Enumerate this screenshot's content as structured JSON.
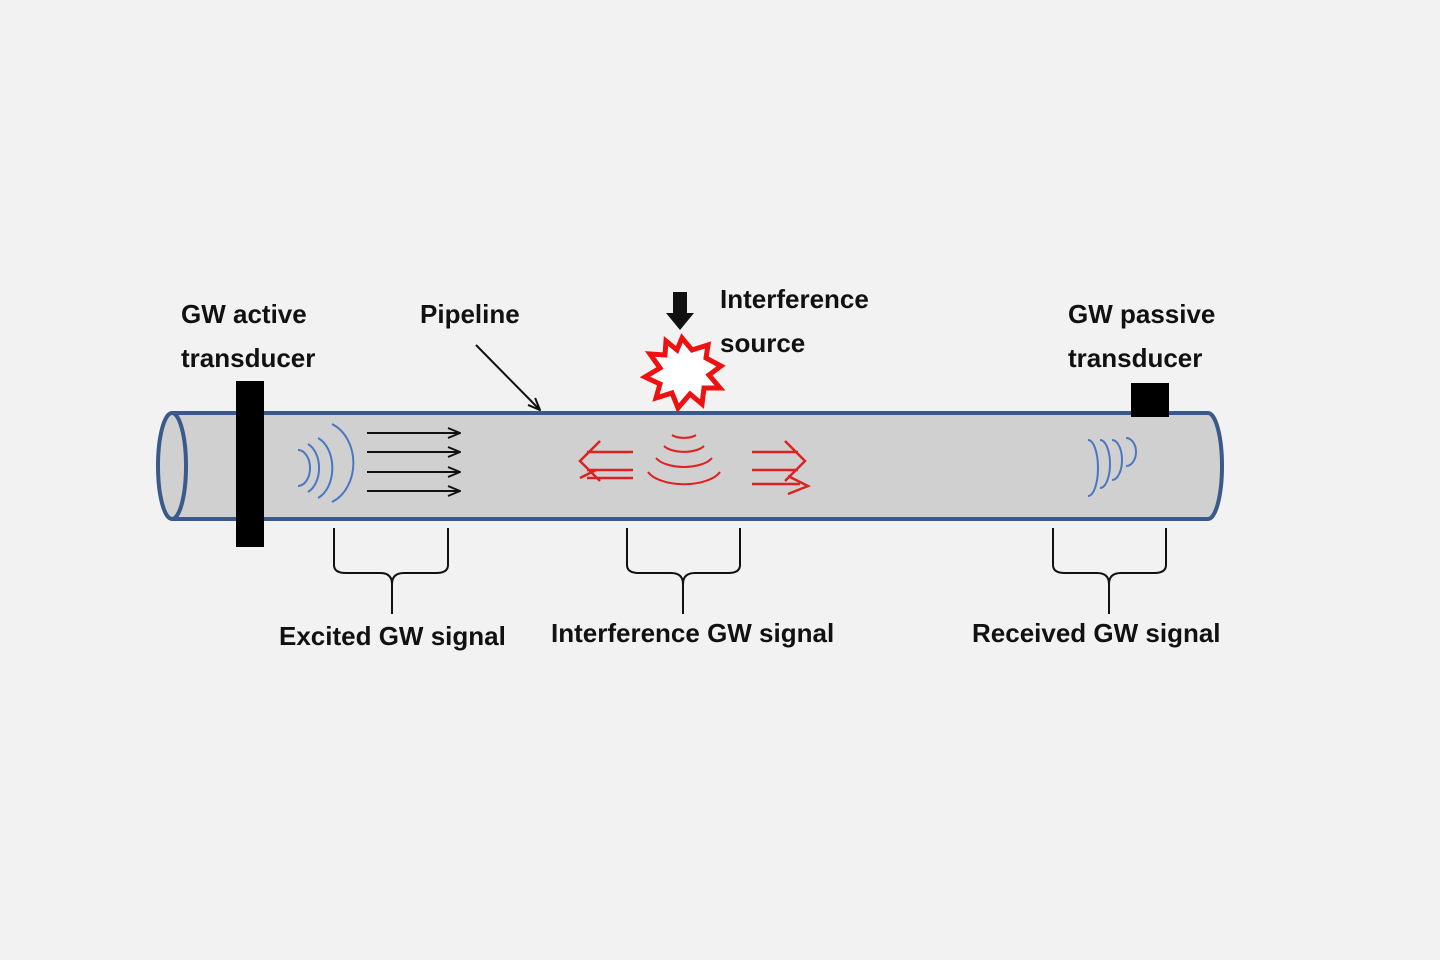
{
  "labels": {
    "active_transducer": [
      "GW active",
      "transducer"
    ],
    "pipeline": "Pipeline",
    "interference_source": [
      "Interference",
      "source"
    ],
    "passive_transducer": [
      "GW passive",
      "transducer"
    ],
    "excited_signal": "Excited GW signal",
    "interference_signal": "Interference GW signal",
    "received_signal": "Received GW signal"
  },
  "colors": {
    "background": "#f2f2f2",
    "pipe_fill": "#d0d0d0",
    "pipe_outline": "#3a5a8c",
    "wave_blue": "#4a76c4",
    "interference_red": "#dd2222",
    "text": "#111111",
    "transducer": "#000000"
  }
}
